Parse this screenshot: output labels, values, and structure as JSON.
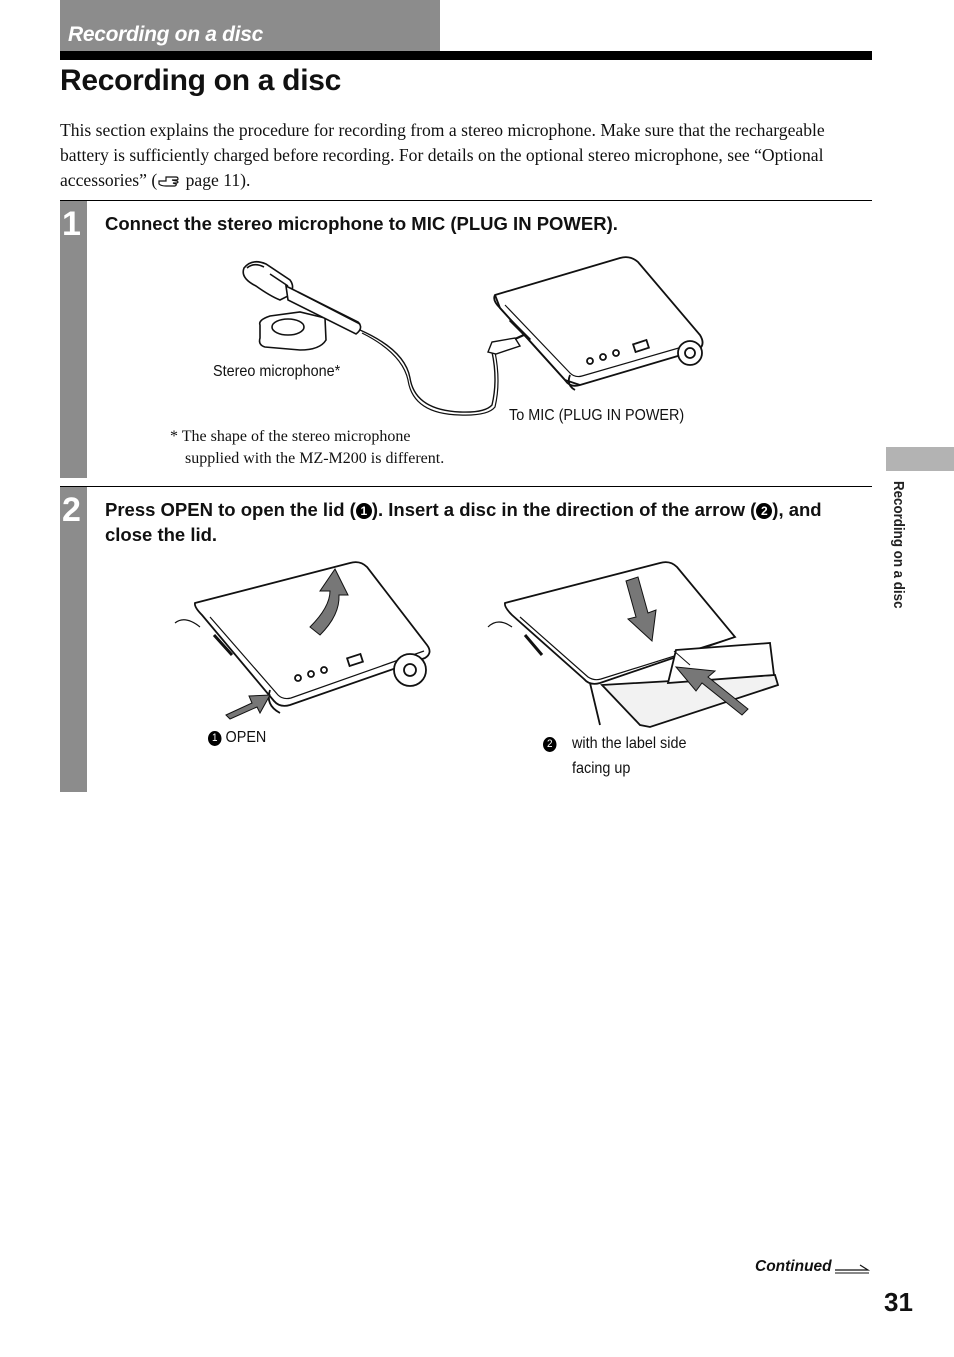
{
  "header": {
    "tab_label": "Recording on a disc"
  },
  "page_title": "Recording on a disc",
  "intro": {
    "text_before": "This section explains the procedure for recording from a stereo microphone. Make sure that the rechargeable battery is sufficiently charged before recording. For details on the optional stereo microphone, see “Optional accessories” (",
    "text_after": " page 11)."
  },
  "steps": [
    {
      "number": "1",
      "instruction": "Connect the stereo microphone to MIC (PLUG IN POWER).",
      "labels": {
        "microphone": "Stereo microphone*",
        "mic_jack": "To MIC (PLUG IN POWER)"
      },
      "footnote_line1": "* The shape of the stereo microphone",
      "footnote_line2": "supplied with the MZ-M200 is different."
    },
    {
      "number": "2",
      "instruction_a": "Press OPEN to open the lid (",
      "marker1": "1",
      "instruction_b": "). Insert a disc in the direction of the arrow (",
      "marker2": "2",
      "instruction_c": "), and close the lid.",
      "labels": {
        "open_marker": "1",
        "open": "OPEN",
        "disc_marker": "2",
        "disc_line1": "with the label side",
        "disc_line2": "facing up"
      }
    }
  ],
  "side_tab": "Recording on a disc",
  "footer": {
    "continued": "Continued",
    "page_number": "31"
  },
  "icons": [
    "hand-pointer-icon",
    "continued-arrow-icon"
  ],
  "colors": {
    "band_gray": "#8c8c8c",
    "tab_gray": "#b3b3b3",
    "rule": "#000000"
  }
}
